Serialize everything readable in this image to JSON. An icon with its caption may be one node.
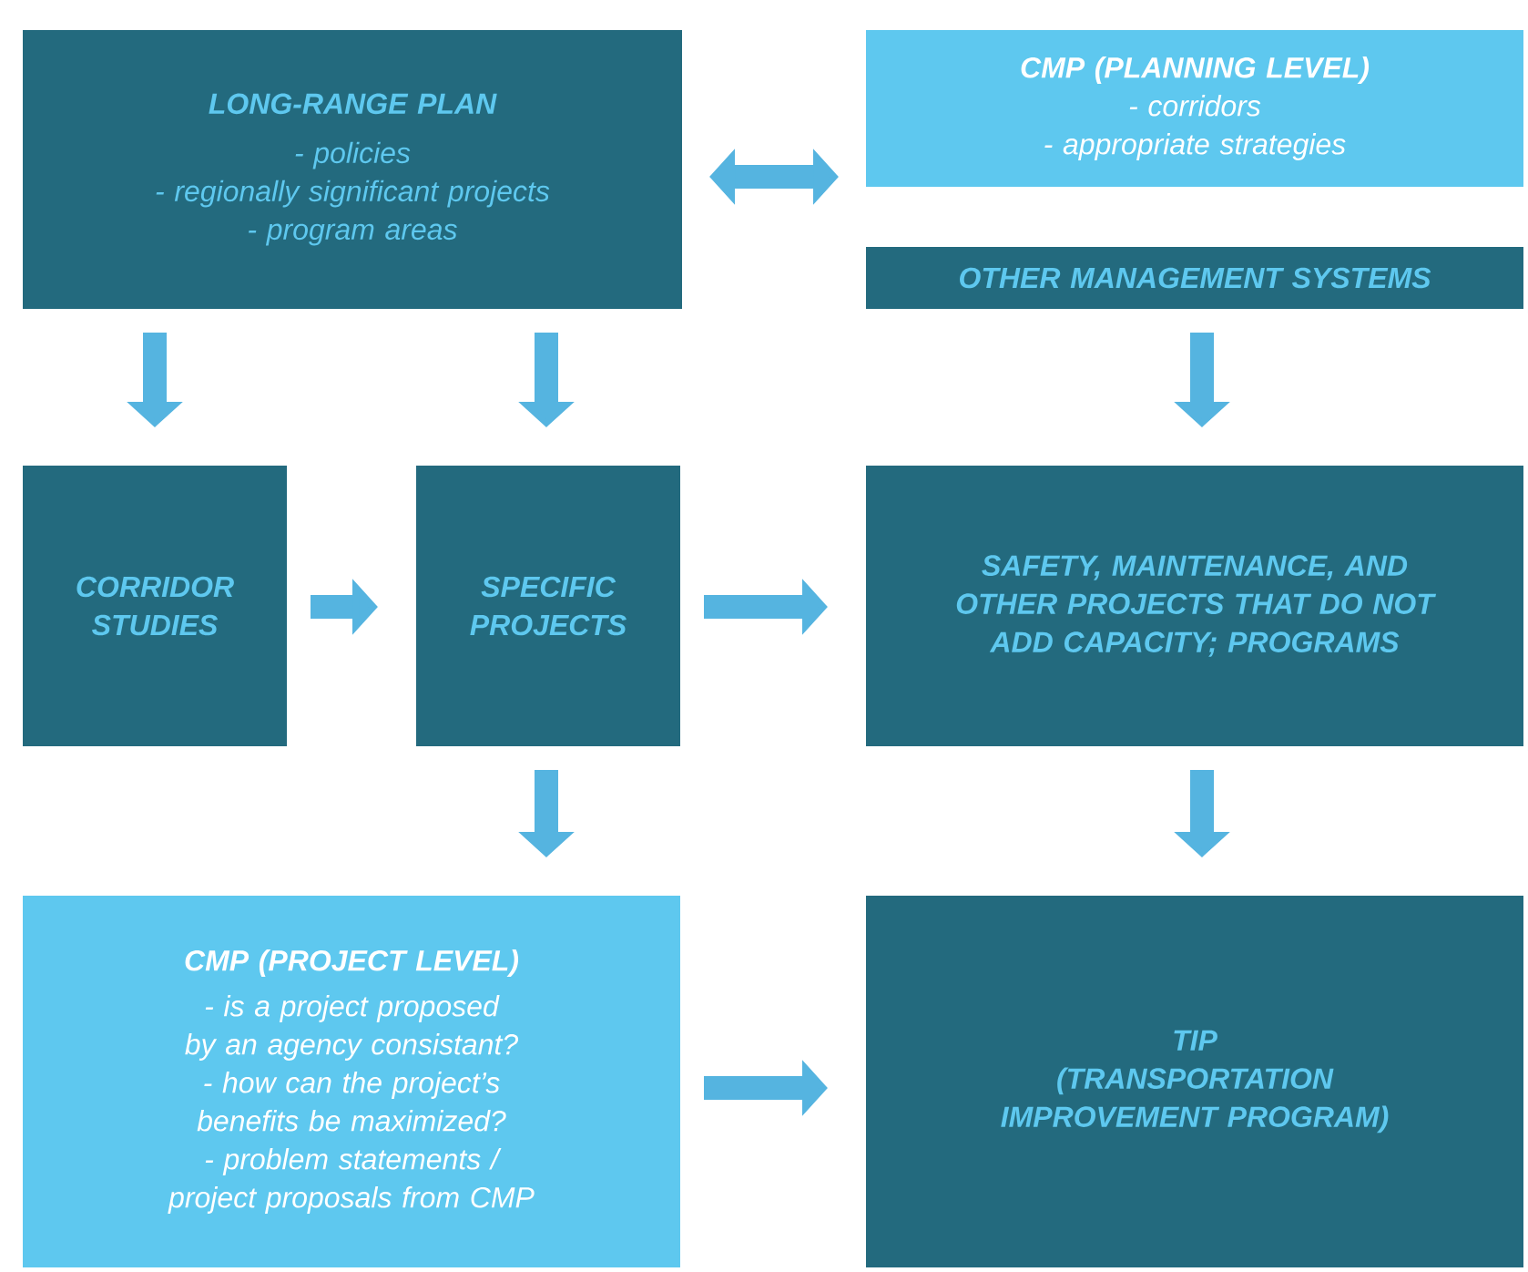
{
  "diagram": {
    "nodes": [
      {
        "text": [
          "LONG-RANGE PLAN",
          "- policies",
          "- regionally significant projects",
          "- program areas"
        ]
      },
      {
        "text": [
          "CMP (PLANNING LEVEL)",
          "- corridors",
          "- appropriate strategies"
        ]
      },
      {
        "text": [
          "OTHER MANAGEMENT SYSTEMS"
        ]
      },
      {
        "text": [
          "CORRIDOR STUDIES"
        ]
      },
      {
        "text": [
          "SPECIFIC PROJECTS"
        ]
      },
      {
        "text": [
          "SAFETY, MAINTENANCE, AND OTHER PROJECTS THAT DO NOT ADD CAPACITY; PROGRAMS"
        ]
      },
      {
        "text": [
          "CMP (PROJECT LEVEL)",
          "- is a project proposed by an agency consistant?",
          "- how can the project’s benefits be maximized?",
          "- problem statements / project proposals from CMP"
        ]
      },
      {
        "text": [
          "TIP",
          "(TRANSPORTATION IMPROVEMENT PROGRAM)"
        ]
      }
    ],
    "edges": [
      {
        "from": 0,
        "to": 1,
        "arrow": "both"
      },
      {
        "from": 0,
        "to": 3,
        "arrow": "to"
      },
      {
        "from": 0,
        "to": 4,
        "arrow": "to"
      },
      {
        "from": 2,
        "to": 5,
        "arrow": "to"
      },
      {
        "from": 3,
        "to": 4,
        "arrow": "to"
      },
      {
        "from": 4,
        "to": 5,
        "arrow": "to"
      },
      {
        "from": 4,
        "to": 6,
        "arrow": "to"
      },
      {
        "from": 5,
        "to": 7,
        "arrow": "to"
      },
      {
        "from": 6,
        "to": 7,
        "arrow": "to"
      }
    ]
  }
}
